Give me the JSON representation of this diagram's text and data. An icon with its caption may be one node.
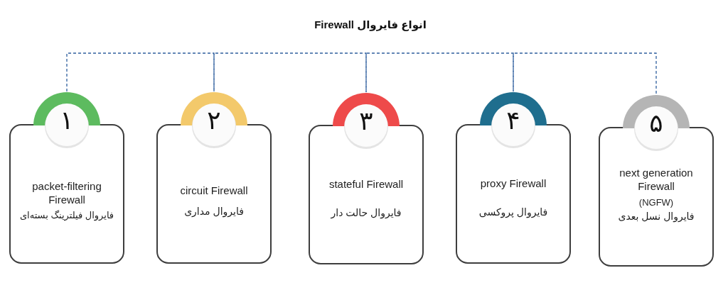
{
  "diagram": {
    "title": "انواع فایروال Firewall",
    "nodes": [
      {
        "text": [
          "۱",
          "packet-filtering Firewall",
          "فایروال فیلترینگ بسته‌ای"
        ]
      },
      {
        "text": [
          "۲",
          "circuit Firewall",
          "فایروال مداری"
        ]
      },
      {
        "text": [
          "۳",
          "stateful Firewall",
          "فایروال حالت دار"
        ]
      },
      {
        "text": [
          "۴",
          "proxy Firewall",
          "فایروال پروکسی"
        ]
      },
      {
        "text": [
          "۵",
          "next generation Firewall",
          "(NGFW)",
          "فایروال نسل بعدی"
        ]
      }
    ],
    "edges": [
      {
        "from": 0,
        "to": 1,
        "arrow": "none",
        "style": "dashed",
        "color": "#2f5f9e"
      },
      {
        "from": 1,
        "to": 2,
        "arrow": "none",
        "style": "dashed",
        "color": "#2f5f9e"
      },
      {
        "from": 2,
        "to": 3,
        "arrow": "none",
        "style": "dashed",
        "color": "#2f5f9e"
      },
      {
        "from": 3,
        "to": 4,
        "arrow": "none",
        "style": "dashed",
        "color": "#2f5f9e"
      }
    ]
  }
}
